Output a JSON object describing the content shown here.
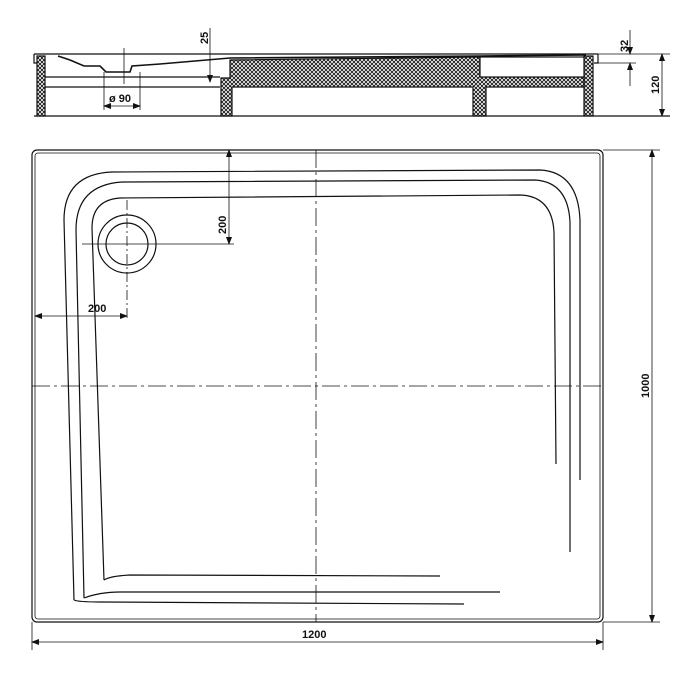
{
  "section_view": {
    "dim_drain_depth": "25",
    "dim_rim_height": "32",
    "dim_total_height": "120",
    "dim_drain_diameter": "ø 90"
  },
  "plan_view": {
    "dim_drain_offset_y": "200",
    "dim_drain_offset_x": "200",
    "dim_depth": "1000",
    "dim_width": "1200"
  },
  "colors": {
    "line": "#111111",
    "background": "#ffffff"
  }
}
